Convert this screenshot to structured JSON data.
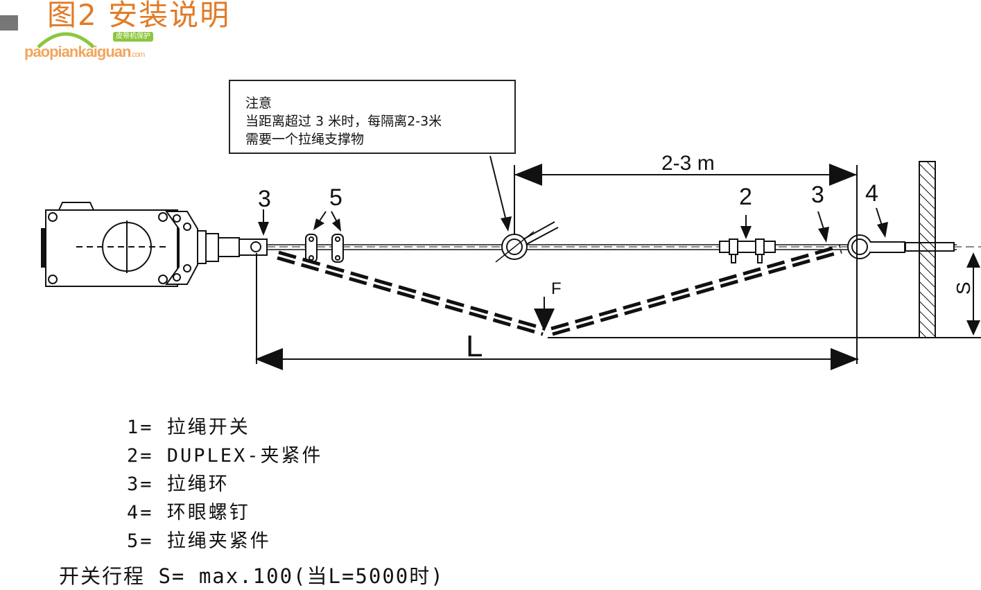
{
  "header": {
    "title": "图2 安装说明",
    "watermark_badge": "皮带机保护",
    "watermark_site": "paopiankaiguan",
    "watermark_tld": ".com",
    "title_color": "#e07b27"
  },
  "note": {
    "heading": "注意",
    "line1": "当距离超过 3 米时，每隔离2-3米",
    "line2": "需要一个拉绳支撑物"
  },
  "diagram": {
    "dim_support": "2-3 m",
    "dim_length": "L",
    "dim_travel": "S",
    "force": "F",
    "callouts": [
      "3",
      "5",
      "2",
      "3",
      "4"
    ]
  },
  "legend": [
    "1= 拉绳开关",
    "2= DUPLEX-夹紧件",
    "3= 拉绳环",
    "4= 环眼螺钉",
    "5= 拉绳夹紧件"
  ],
  "travel_spec": "开关行程 S= max.100(当L=5000时)"
}
